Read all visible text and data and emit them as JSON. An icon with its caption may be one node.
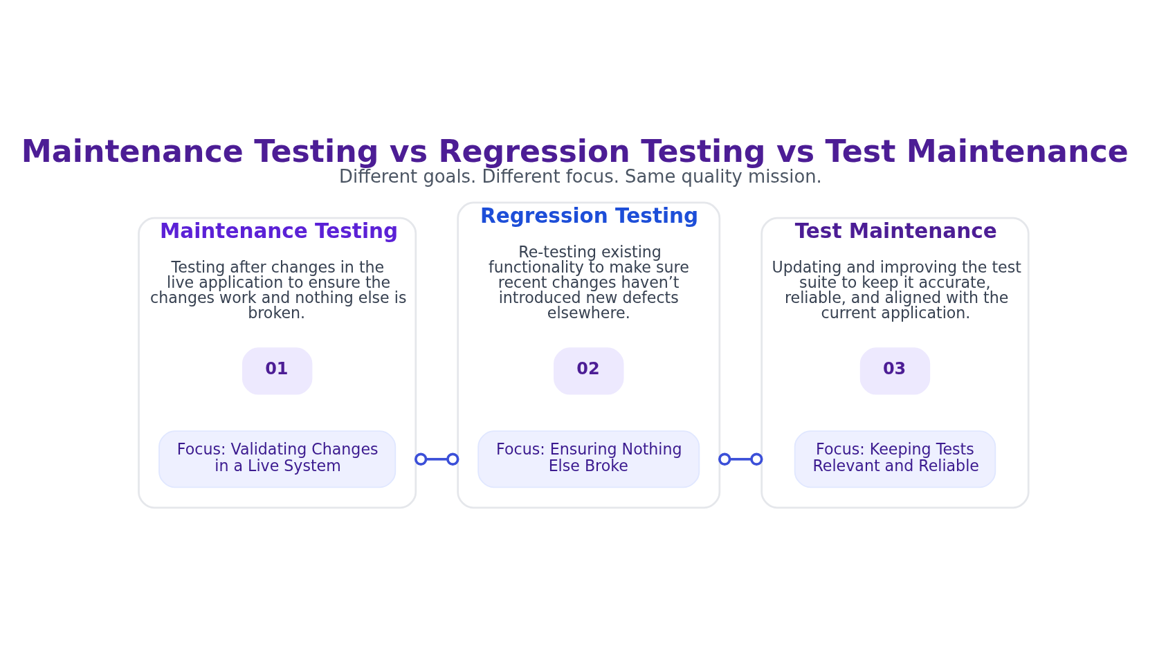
{
  "diagram": {
    "title": "Maintenance Testing vs Regression Testing vs Test Maintenance",
    "caption": "Different goals. Different focus. Same quality mission.",
    "nodes": [
      {
        "text": [
          "Maintenance Testing",
          "Testing after changes in the live application to ensure the changes work and nothing else is broken."
        ]
      },
      {
        "text": [
          "01"
        ],
        "in": 0
      },
      {
        "text": [
          "Focus: Validating Changes in a Live System"
        ],
        "in": 0
      },
      {
        "text": [
          "Regression Testing",
          "Re-testing existing functionality to make sure recent changes haven’t introduced new defects elsewhere."
        ]
      },
      {
        "text": [
          "02"
        ],
        "in": 3
      },
      {
        "text": [
          "Focus: Ensuring Nothing Else Broke"
        ],
        "in": 3
      },
      {
        "text": [
          "Test Maintenance",
          "Updating and improving the test suite to keep it accurate, reliable, and aligned with the current application."
        ]
      },
      {
        "text": [
          "03"
        ],
        "in": 6
      },
      {
        "text": [
          "Focus: Keeping Tests Relevant and Reliable"
        ],
        "in": 6
      }
    ],
    "edges": [
      {
        "from": 0,
        "to": 3,
        "arrow": "other"
      },
      {
        "from": 3,
        "to": 6,
        "arrow": "other"
      }
    ]
  }
}
